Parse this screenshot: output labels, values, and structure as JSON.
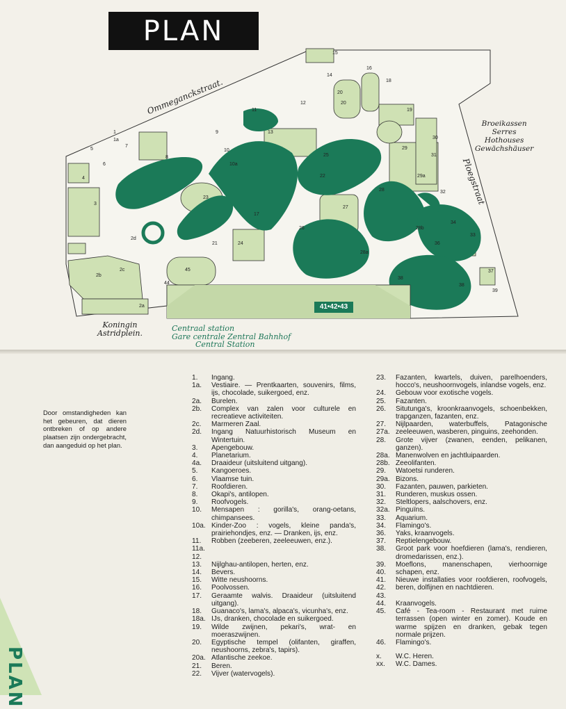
{
  "title": "PLAN",
  "map": {
    "streets": {
      "ommeganck": "Ommeganckstraat.",
      "ploeg": "Ploegstraat"
    },
    "hothouses": [
      "Broeikassen",
      "Serres",
      "Hothouses",
      "Gewächshäuser"
    ],
    "station": [
      "Centraal station",
      "Gare centrale Zentral Bahnhof",
      "Central Station"
    ],
    "square": [
      "Koningin",
      "Astridplein."
    ],
    "badge": "41•42•43",
    "labels": [
      "1",
      "1a",
      "2a",
      "2b",
      "2c",
      "2d",
      "3",
      "4",
      "5",
      "6",
      "7",
      "8",
      "9",
      "10",
      "10a",
      "11",
      "12",
      "13",
      "14",
      "15",
      "16",
      "17",
      "18",
      "19",
      "20",
      "20",
      "21",
      "22",
      "23",
      "24",
      "25",
      "26",
      "27",
      "28",
      "28a",
      "28b",
      "29",
      "29a",
      "30",
      "31",
      "32",
      "33",
      "34",
      "36",
      "37",
      "38",
      "38",
      "39",
      "44",
      "45"
    ],
    "colors": {
      "dark_green": "#1b7a58",
      "light_green": "#cfe1b4",
      "paper": "#f3f1ea"
    }
  },
  "note": "Door omstandigheden kan het gebeuren, dat dieren ontbreken of op andere plaatsen zijn ondergebracht, dan aangeduid op het plan.",
  "legend_left": [
    {
      "n": "1.",
      "t": "Ingang."
    },
    {
      "n": "1a.",
      "t": "Vestiaire. — Prentkaarten, souvenirs, films, ijs, chocolade, suikergoed, enz."
    },
    {
      "n": "2a.",
      "t": "Burelen."
    },
    {
      "n": "2b.",
      "t": "Complex van zalen voor culturele en recreatieve activiteiten."
    },
    {
      "n": "2c.",
      "t": "Marmeren Zaal."
    },
    {
      "n": "2d.",
      "t": "Ingang Natuurhistorisch Museum en Wintertuin."
    },
    {
      "n": "3.",
      "t": "Apengebouw."
    },
    {
      "n": "4.",
      "t": "Planetarium."
    },
    {
      "n": "4a.",
      "t": "Draaideur (uitsluitend uitgang)."
    },
    {
      "n": "5.",
      "t": "Kangoeroes."
    },
    {
      "n": "6.",
      "t": "Vlaamse tuin."
    },
    {
      "n": "7.",
      "t": "Roofdieren."
    },
    {
      "n": "8.",
      "t": "Okapi's, antilopen."
    },
    {
      "n": "9.",
      "t": "Roofvogels."
    },
    {
      "n": "10.",
      "t": "Mensapen : gorilla's, orang-oetans, chimpansees."
    },
    {
      "n": "10a.",
      "t": "Kinder-Zoo : vogels, kleine panda's, prairiehondjes, enz. — Dranken, ijs, enz."
    },
    {
      "n": "11. 11a. 12.",
      "t": "Robben (zeeberen, zeeleeuwen, enz.)."
    },
    {
      "n": "13.",
      "t": "Nijlghau-antilopen, herten, enz."
    },
    {
      "n": "14.",
      "t": "Bevers."
    },
    {
      "n": "15.",
      "t": "Witte neushoorns."
    },
    {
      "n": "16.",
      "t": "Poolvossen."
    },
    {
      "n": "17.",
      "t": "Geraamte walvis. Draaideur (uitsluitend uitgang)."
    },
    {
      "n": "18.",
      "t": "Guanaco's, lama's, alpaca's, vicunha's, enz."
    },
    {
      "n": "18a.",
      "t": "IJs, dranken, chocolade en suikergoed."
    },
    {
      "n": "19.",
      "t": "Wilde zwijnen, pekari's, wrat- en moeraszwijnen."
    },
    {
      "n": "20.",
      "t": "Egyptische tempel (olifanten, giraffen, neushoorns, zebra's, tapirs)."
    },
    {
      "n": "20a.",
      "t": "Atlantische zeekoe."
    },
    {
      "n": "21.",
      "t": "Beren."
    },
    {
      "n": "22.",
      "t": "Vijver (watervogels)."
    }
  ],
  "legend_right": [
    {
      "n": "23.",
      "t": "Fazanten, kwartels, duiven, parelhoenders, hocco's, neushoornvogels, inlandse vogels, enz."
    },
    {
      "n": "24.",
      "t": "Gebouw voor exotische vogels."
    },
    {
      "n": "25.",
      "t": "Fazanten."
    },
    {
      "n": "26.",
      "t": "Situtunga's, kroonkraanvogels, schoenbekken, trapganzen, fazanten, enz."
    },
    {
      "n": "27. 27a.",
      "t": "Nijlpaarden, waterbuffels, Patagonische zeeleeuwen, wasberen, pinguins, zeehonden."
    },
    {
      "n": "28.",
      "t": "Grote vijver (zwanen, eenden, pelikanen, ganzen)."
    },
    {
      "n": "28a.",
      "t": "Manenwolven en jachtluipaarden."
    },
    {
      "n": "28b.",
      "t": "Zeeolifanten."
    },
    {
      "n": "29.",
      "t": "Watoetsi runderen."
    },
    {
      "n": "29a.",
      "t": "Bizons."
    },
    {
      "n": "30.",
      "t": "Fazanten, pauwen, parkieten."
    },
    {
      "n": "31.",
      "t": "Runderen, muskus ossen."
    },
    {
      "n": "32.",
      "t": "Steltlopers, aalschovers, enz."
    },
    {
      "n": "32a.",
      "t": "Pinguïns."
    },
    {
      "n": "33.",
      "t": "Aquarium."
    },
    {
      "n": "34.",
      "t": "Flamingo's."
    },
    {
      "n": "36.",
      "t": "Yaks, kraanvogels."
    },
    {
      "n": "37.",
      "t": "Reptielengebouw."
    },
    {
      "n": "38.",
      "t": "Groot park voor hoefdieren (lama's, rendieren, dromedarissen, enz.)."
    },
    {
      "n": "39. 40.",
      "t": "Moeflons, manenschapen, vierhoornige schapen, enz."
    },
    {
      "n": "41. 42. 43.",
      "t": "Nieuwe installaties voor roofdieren, roofvogels, beren, dolfijnen en nachtdieren."
    },
    {
      "n": "44.",
      "t": "Kraanvogels."
    },
    {
      "n": "45.",
      "t": "Café - Tea-room - Restaurant met ruime terrassen (open winter en zomer). Koude en warme spijzen en dranken, gebak tegen normale prijzen."
    },
    {
      "n": "46.",
      "t": "Flamingo's."
    },
    {
      "n": "x.",
      "t": "W.C. Heren.",
      "gap": true
    },
    {
      "n": "xx.",
      "t": "W.C. Dames."
    }
  ],
  "side_title": "PLAN"
}
